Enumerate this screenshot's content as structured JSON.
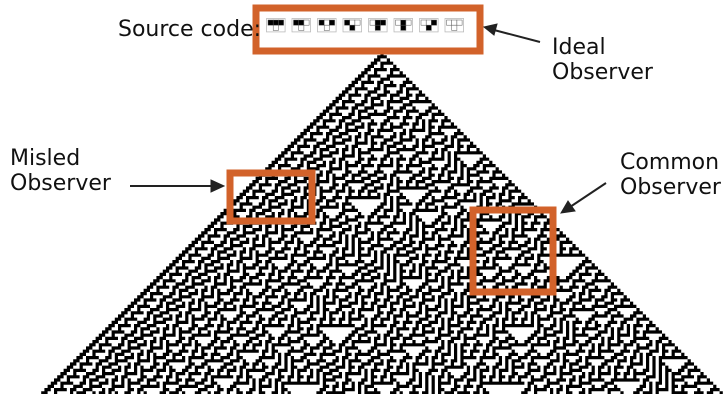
{
  "labels": {
    "source_code": "Source code:",
    "ideal": [
      "Ideal",
      "Observer"
    ],
    "misled": [
      "Misled",
      "Observer"
    ],
    "common": [
      "Common",
      "Observer"
    ]
  },
  "automaton": {
    "rule": 30,
    "initial_condition": "single black cell",
    "rule_icons": [
      {
        "neighborhood": "111",
        "output": 0
      },
      {
        "neighborhood": "110",
        "output": 0
      },
      {
        "neighborhood": "101",
        "output": 0
      },
      {
        "neighborhood": "100",
        "output": 1
      },
      {
        "neighborhood": "011",
        "output": 1
      },
      {
        "neighborhood": "010",
        "output": 1
      },
      {
        "neighborhood": "001",
        "output": 1
      },
      {
        "neighborhood": "000",
        "output": 0
      }
    ]
  },
  "colors": {
    "highlight": "#d2622a",
    "cell": "#000000",
    "background": "#ffffff"
  }
}
